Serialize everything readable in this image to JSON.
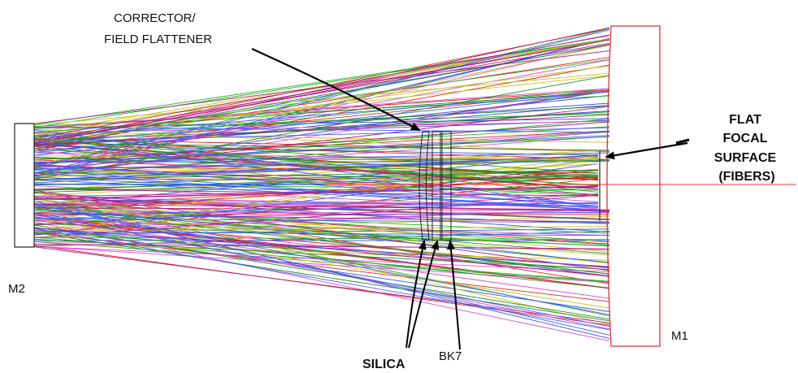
{
  "labels": {
    "corrector_line1": "CORRECTOR/",
    "corrector_line2": "FIELD FLATTENER",
    "focal_line1": "FLAT",
    "focal_line2": "FOCAL",
    "focal_line3": "SURFACE",
    "focal_line4": "(FIBERS)",
    "m2": "M2",
    "m1": "M1",
    "silica": "SILICA",
    "bk7": "BK7"
  },
  "colors": {
    "rays": [
      "#3a4fd6",
      "#e02020",
      "#22b822",
      "#d64fd6",
      "#c8c020",
      "#2a8a2a",
      "#b02080",
      "#4060ff"
    ],
    "m1_mirror": "#e03030",
    "m2_mirror": "#222222",
    "optical_axis_blue": "#3050ff",
    "optical_axis_red": "#ff3030",
    "arrow": "#000000",
    "lens": "#222222"
  },
  "ray_fan": {
    "ray_count_per_color": 9
  }
}
